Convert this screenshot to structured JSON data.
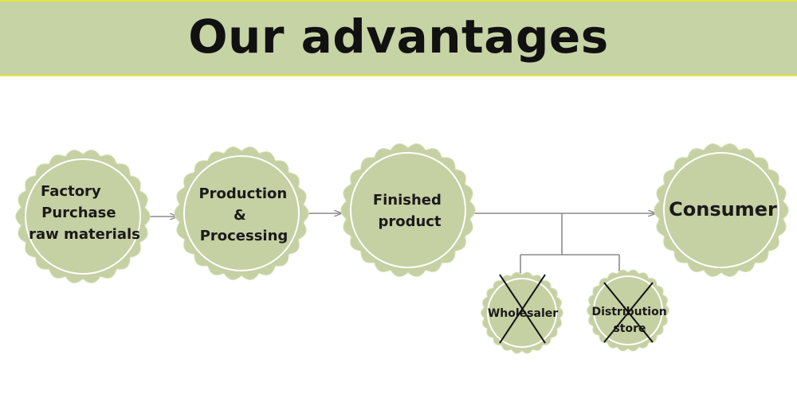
{
  "header": {
    "title": "Our advantages"
  },
  "colors": {
    "banner": "#c6d3a4",
    "banner_border": "#e6e640",
    "badge_fill": "#c5d0a3",
    "badge_ring": "#ffffff",
    "line": "#8a8a8a",
    "cross": "#111111"
  },
  "nodes": {
    "factory": {
      "lines": [
        "Factory",
        "Purchase",
        "raw materials"
      ]
    },
    "production": {
      "lines": [
        "Production",
        "&",
        "Processing"
      ]
    },
    "finished": {
      "lines": [
        "Finished",
        "product"
      ]
    },
    "consumer": {
      "lines": [
        "Consumer"
      ]
    },
    "wholesaler": {
      "lines": [
        "Wholesaler"
      ],
      "crossed": true
    },
    "distribution": {
      "lines": [
        "Distribution",
        "store"
      ],
      "crossed": true
    }
  }
}
